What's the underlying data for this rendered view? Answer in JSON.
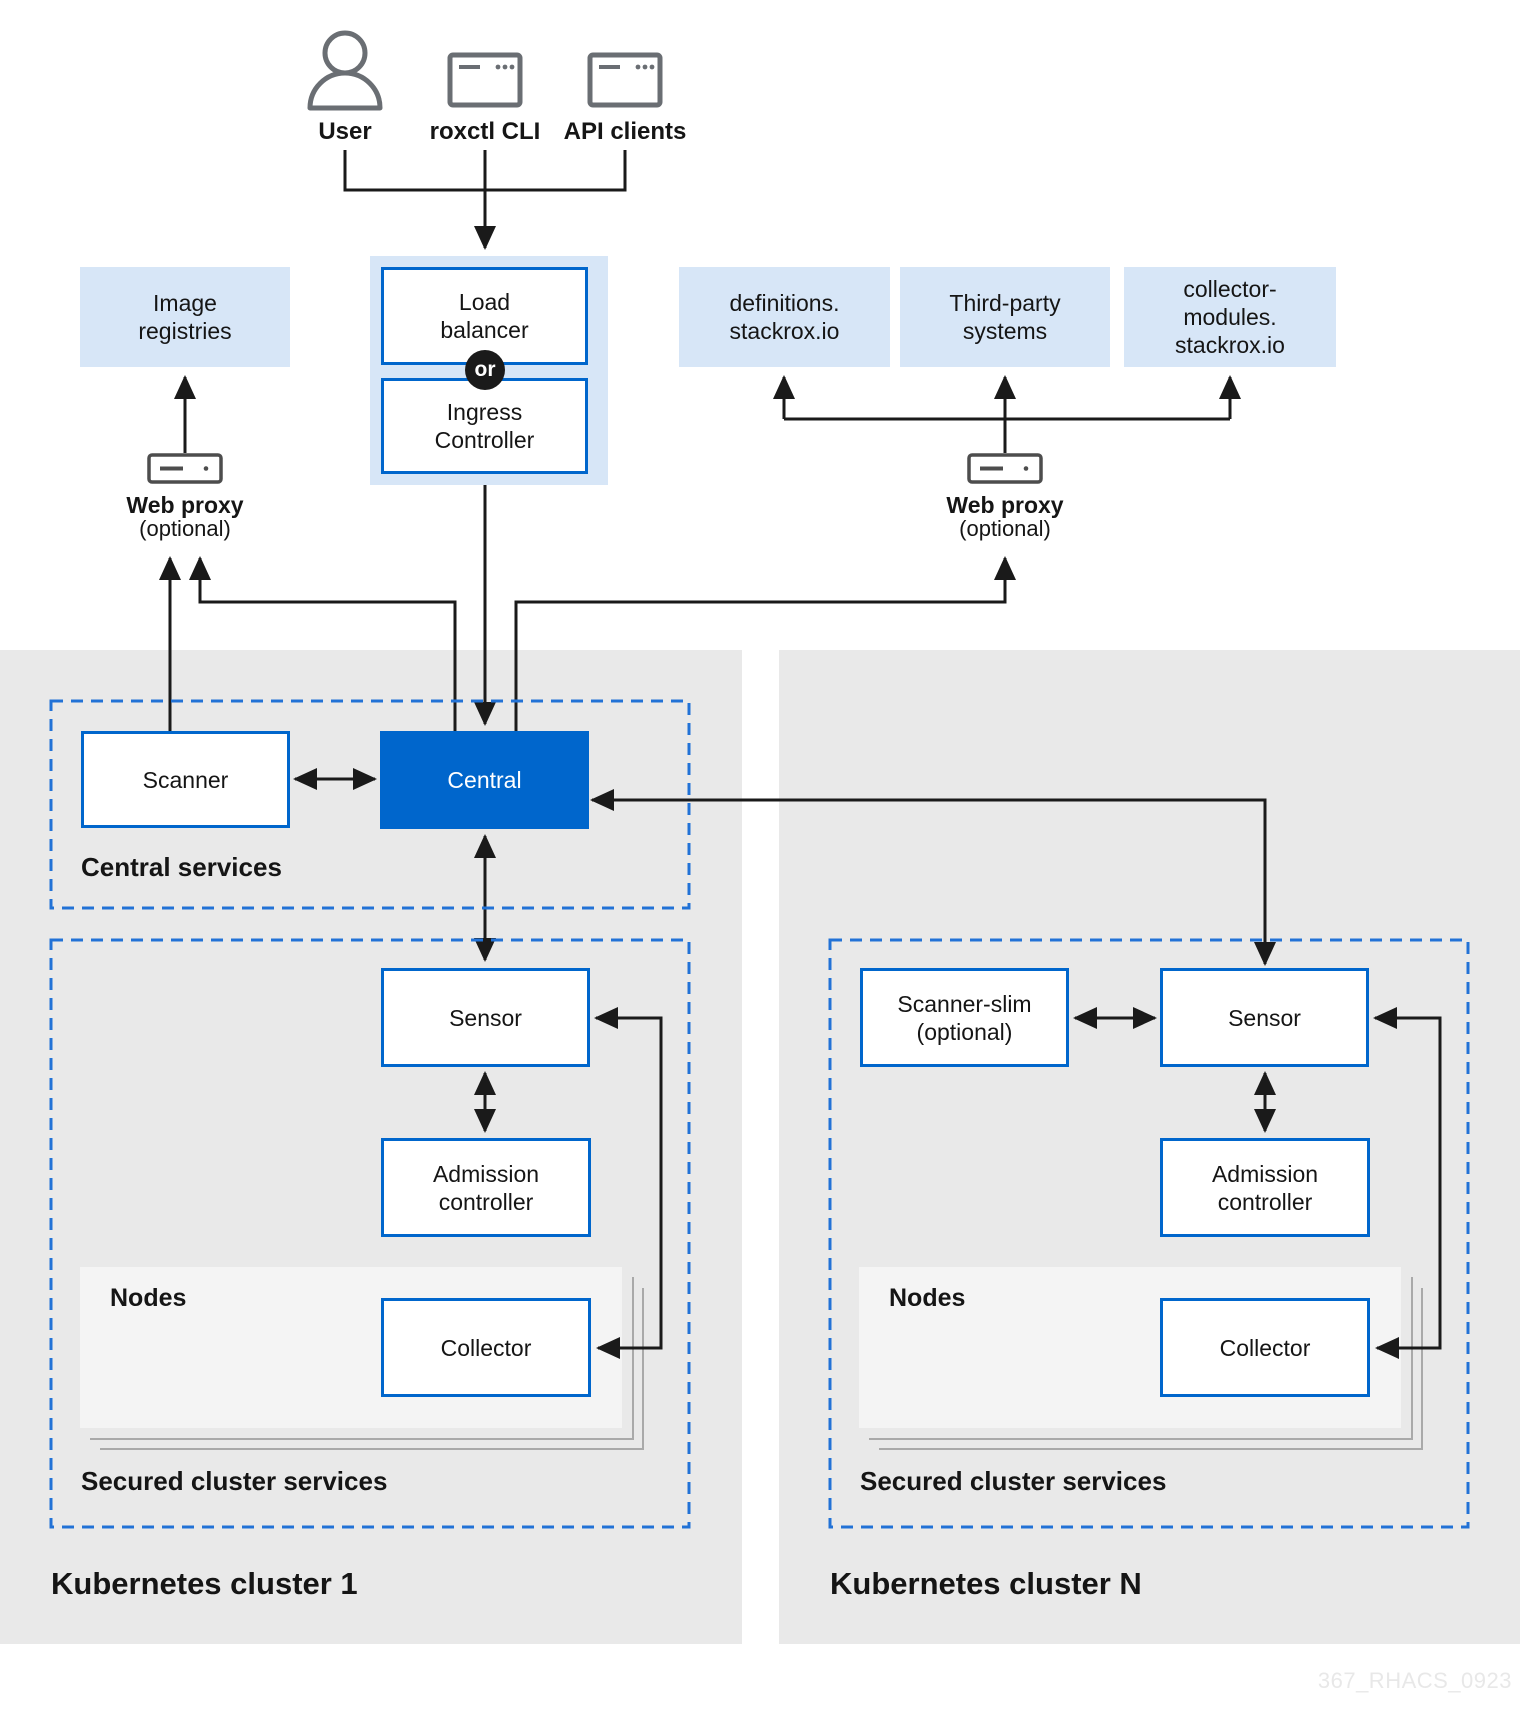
{
  "actors": {
    "user": "User",
    "roxctl": "roxctl CLI",
    "api_clients": "API clients"
  },
  "ingress_group": {
    "load_balancer": "Load\nbalancer",
    "or_label": "or",
    "ingress_controller": "Ingress\nController"
  },
  "registries": {
    "image_registries": "Image\nregistries"
  },
  "endpoints": {
    "definitions": "definitions.\nstackrox.io",
    "third_party": "Third-party\nsystems",
    "collector_modules": "collector-\nmodules.\nstackrox.io"
  },
  "proxies": {
    "left": {
      "label": "Web proxy",
      "optional": "(optional)"
    },
    "right": {
      "label": "Web proxy",
      "optional": "(optional)"
    }
  },
  "central_services": {
    "label": "Central services",
    "scanner": "Scanner",
    "central": "Central"
  },
  "cluster1": {
    "title": "Kubernetes cluster 1",
    "services_label": "Secured cluster services",
    "sensor": "Sensor",
    "admission_controller": "Admission\ncontroller",
    "nodes_label": "Nodes",
    "collector": "Collector"
  },
  "clusterN": {
    "title": "Kubernetes cluster N",
    "services_label": "Secured cluster services",
    "scanner_slim": "Scanner-slim\n(optional)",
    "sensor": "Sensor",
    "admission_controller": "Admission\ncontroller",
    "nodes_label": "Nodes",
    "collector": "Collector"
  },
  "watermark": "367_RHACS_0923",
  "colors": {
    "accent_blue": "#0066cc",
    "light_blue": "#d7e6f7",
    "dashed_blue": "#2272d6",
    "panel_gray": "#e9e9e9",
    "nodes_gray": "#f4f4f4",
    "text": "#151515",
    "line_black": "#1a1a1a",
    "icon_gray": "#6a6e73",
    "server_gray": "#4d4d4d",
    "watermark_gray": "#e8e8e8"
  }
}
